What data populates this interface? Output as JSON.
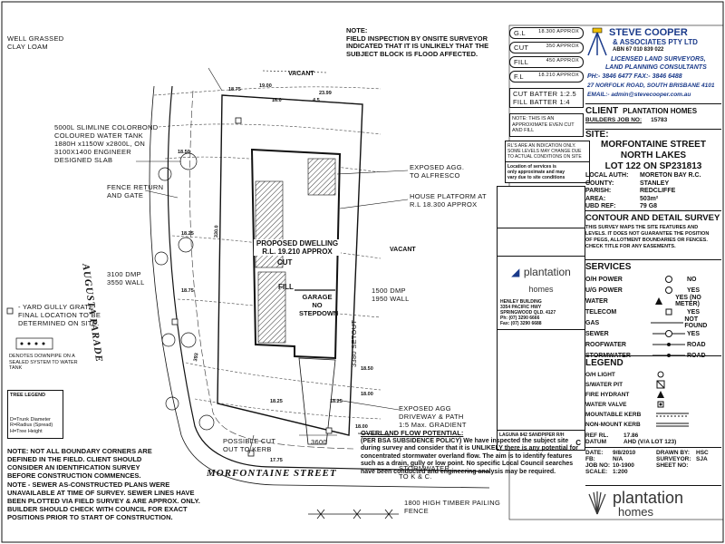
{
  "plan": {
    "topleft_note": "WELL GRASSED\nCLAY LOAM",
    "tank_note": "5000L SLIMLINE COLORBOND\nCOLOURED WATER TANK\n1880H x1150W x2800L, ON\n3100X1400 ENGINEER\nDESIGNED SLAB",
    "fence_note": "FENCE RETURN\nAND GATE",
    "gully_note": "- YARD GULLY GRATE\nFINAL LOCATION TO BE\nDETERMINED ON SITE.",
    "downpipe_note": "DENOTES DOWNPIPE ON A\nSEALED SYSTEM TO WATER\nTANK",
    "tree_legend_title": "TREE LEGEND",
    "tree_legend_body": "D=Trunk Diameter\nR=Radius (Spread)\nH=Tree Height",
    "boundary_note": "NOTE: NOT ALL BOUNDARY CORNERS ARE\nDEFINED IN THE FIELD. CLIENT SHOULD\nCONSIDER AN IDENTIFICATION SURVEY\nBEFORE CONSTRUCTION COMMENCES.",
    "sewer_note": "NOTE - SEWER AS-CONSTRUCTED PLANS WERE\nUNAVAILABLE AT TIME OF SURVEY. SEWER LINES HAVE\nBEEN PLOTTED VIA FIELD SURVEY & ARE APPROX. ONLY.\nBUILDER SHOULD CHECK WITH COUNCIL FOR EXACT\nPOSITIONS PRIOR TO START OF CONSTRUCTION.",
    "flood_note": "NOTE:\nFIELD INSPECTION BY ONSITE SURVEYOR\nINDICATED THAT IT IS UNLIKELY THAT THE\nSUBJECT BLOCK IS FLOOD AFFECTED.",
    "vacant_top": "VACANT",
    "vacant_right": "VACANT",
    "dwelling": "PROPOSED DWELLING\nR.L. 19.210 APPROX",
    "cut": "CUT",
    "fill": "FILL",
    "garage": "GARAGE\nNO\nSTEPDOWN",
    "street": "MORFONTAINE  STREET",
    "side_street": "AUGUSTA  PARADE",
    "exposed_alfresco": "EXPOSED AGG.\nTO ALFRESCO",
    "house_platform": "HOUSE PLATFORM AT\nR.L 18.300 APPROX",
    "dmp_left": "3100 DMP\n3550 WALL",
    "dmp_right": "1500 DMP\n1950 WALL",
    "setout": "3380 SETOUT",
    "exposed_driveway": "EXPOSED AGG\nDRIVEWAY & PATH\n1:5 Max. GRADIENT",
    "kerb_cut": "POSSIBLE CUT\nOUT TO KERB",
    "stormwater": "STORMWATER\nTO K & C.",
    "width_3600": "3600",
    "timber_fence": "1800 HIGH TIMBER PAILING\nFENCE",
    "levels": [
      "18.75",
      "18.50",
      "18.25",
      "18.00",
      "18.50",
      "18.75",
      "19.00",
      "18.25",
      "17.75"
    ],
    "dims": [
      "330.0",
      "4.5",
      "23.99",
      "18.00",
      "18.25",
      "393",
      "16.0"
    ]
  },
  "earthworks": {
    "gl": "G.L",
    "gl_val": "18.300 APPROX",
    "cut": "CUT",
    "cut_val": "350 APPROX",
    "fill": "FILL",
    "fill_val": "450 APPROX",
    "fl": "F.L",
    "fl_val": "18.210 APPROX",
    "batter_cut": "CUT BATTER 1:2.5",
    "batter_fill": "FILL BATTER 1:4",
    "approx_note": "NOTE: THIS IS AN\nAPPROXIMATE EVEN CUT\nAND FILL",
    "rl_note": "RL'S ARE AN INDICATION ONLY.\nSOME LEVELS MAY CHANGE DUE\nTO ACTUAL CONDITIONS ON SITE",
    "services_note": "Location of services is\nonly approximate and may\nvary due to site conditions"
  },
  "company": {
    "name": "STEVE COOPER",
    "name2": "& ASSOCIATES PTY LTD",
    "abn": "ABN 67 010 839 022",
    "line1": "LICENSED LAND SURVEYORS,",
    "line2": "LAND PLANNING CONSULTANTS",
    "phone": "PH:- 3846 6477  FAX:- 3846 6488",
    "address": "27 NORFOLK ROAD, SOUTH BRISBANE 4101",
    "email": "EMAIL:- admin@stevecooper.com.au"
  },
  "client": {
    "label": "CLIENT",
    "name": "PLANTATION HOMES",
    "job_label": "BUILDERS JOB NO:",
    "job_no": "15783"
  },
  "site": {
    "label": "SITE:",
    "street": "MORFONTAINE STREET",
    "suburb": "NORTH LAKES",
    "lot": "LOT 122 ON SP231813",
    "fields": [
      {
        "k": "LOCAL AUTH:",
        "v": "MORETON BAY R.C."
      },
      {
        "k": "COUNTY:",
        "v": "STANLEY"
      },
      {
        "k": "PARISH:",
        "v": "REDCLIFFE"
      },
      {
        "k": "AREA:",
        "v": "503m²"
      },
      {
        "k": "UBD REF:",
        "v": "79 G8"
      }
    ]
  },
  "survey": {
    "title": "CONTOUR AND DETAIL SURVEY",
    "body": "THIS SURVEY MAPS THE SITE FEATURES AND\nLEVELS. IT DOES NOT GUARANTEE THE POSITION\nOF PEGS, ALLOTMENT BOUNDARIES OR FENCES.\nCHECK TITLE FOR ANY EASEMENTS."
  },
  "services": {
    "title": "SERVICES",
    "rows": [
      {
        "k": "O/H POWER",
        "v": "NO"
      },
      {
        "k": "U/G POWER",
        "v": "YES"
      },
      {
        "k": "WATER",
        "v": "YES (NO METER)"
      },
      {
        "k": "TELECOM",
        "v": "YES"
      },
      {
        "k": "GAS",
        "v": "NOT FOUND"
      },
      {
        "k": "SEWER",
        "v": "YES"
      },
      {
        "k": "ROOFWATER",
        "v": "ROAD"
      },
      {
        "k": "STORMWATER",
        "v": "ROAD"
      }
    ]
  },
  "legend": {
    "title": "LEGEND",
    "rows": [
      "O/H LIGHT",
      "S/WATER PIT",
      "FIRE HYDRANT",
      "WATER VALVE",
      "MOUNTABLE KERB",
      "NON-MOUNT KERB"
    ],
    "ref_rl_label": "REF RL.",
    "ref_rl": "17.86",
    "datum_label": "DATUM",
    "datum": "AHD (V/A LOT 123)"
  },
  "meta": {
    "date_label": "DATE:",
    "date": "9/8/2010",
    "fb_label": "FB:",
    "fb": "N/A",
    "job_label": "JOB NO:",
    "job": "10-1900",
    "scale_label": "SCALE:",
    "scale": "1:200",
    "drawn_label": "DRAWN BY:",
    "drawn": "HSC",
    "surveyor_label": "SURVEYOR:",
    "surveyor": "SJA",
    "sheet_label": "SHEET NO:",
    "sheet": ""
  },
  "overland": {
    "title": "OVERLAND FLOW POTENTIAL:",
    "body": "(PER BSA SUBSIDENCE POLICY) We have inspected the subject site during survey and consider that it is UNLIKELY there is any potential for concentrated stormwater overland flow. The aim is to identify features such as a drain, gully or low point. No specific Local Council searches have been conducted and engineering analysis may be required."
  },
  "brand": {
    "name": "plantation",
    "sub": "homes",
    "block": "HENLEY BUILDING\n3354 PACIFIC HWY\nSPRINGWOOD QLD. 4127\nPh: (07) 3290 6666\nFax: (07) 3290 6688",
    "model": "LAGUNA 842 SANDPIPER  R/H",
    "rev": "C"
  },
  "colors": {
    "ink": "#111111",
    "accent": "#1a3a8a",
    "hatch": "#333333",
    "fence": "#b8a000"
  }
}
